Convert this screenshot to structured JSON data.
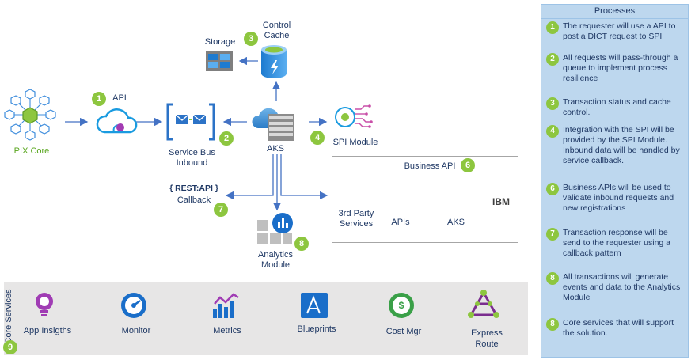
{
  "diagram": {
    "nodes": {
      "pix_core": "PIX Core",
      "api": "API",
      "service_bus": "Service Bus\nInbound",
      "aks_main": "AKS",
      "spi_module": "SPI Module",
      "control_cache": "Control\nCache",
      "storage": "Storage",
      "callback_code": "{ REST:API }",
      "callback": "Callback",
      "analytics": "Analytics\nModule",
      "business_api": "Business API",
      "third_party": "3rd Party\nServices",
      "apis": "APIs",
      "aks_biz": "AKS",
      "ibm": "IBM",
      "third_badge": "3rd"
    },
    "badges": {
      "api": "1",
      "service_bus": "2",
      "control_cache": "3",
      "spi_module": "4",
      "business_api": "6",
      "callback": "7",
      "analytics": "8",
      "core": "9"
    },
    "cost_symbol": "$"
  },
  "core_services": {
    "title": "Core Services",
    "items": [
      {
        "label": "App Insigths"
      },
      {
        "label": "Monitor"
      },
      {
        "label": "Metrics"
      },
      {
        "label": "Blueprints"
      },
      {
        "label": "Cost Mgr"
      },
      {
        "label": "Express\nRoute"
      }
    ]
  },
  "processes": {
    "title": "Processes",
    "items": [
      {
        "num": "1",
        "text": "The requester will use a API to post a DICT request to SPI"
      },
      {
        "num": "2",
        "text": "All requests will pass-through a queue to implement process resilience"
      },
      {
        "num": "3",
        "text": "Transaction status and cache control."
      },
      {
        "num": "4",
        "text": "Integration with the SPI will be provided by the SPI Module. Inbound data will be handled by service callback."
      },
      {
        "num": "6",
        "text": "Business APIs will be used to validate inbound requests and new registrations"
      },
      {
        "num": "7",
        "text": "Transaction response will be send to the requester using a callback pattern"
      },
      {
        "num": "8",
        "text": "All transactions will generate events and data to the Analytics Module"
      },
      {
        "num": "8",
        "text": "Core services that will support the solution."
      }
    ]
  },
  "colors": {
    "accent_green": "#8dc63f",
    "azure_blue": "#0078d4",
    "panel_blue": "#bdd7ee",
    "text_navy": "#1f3864"
  }
}
